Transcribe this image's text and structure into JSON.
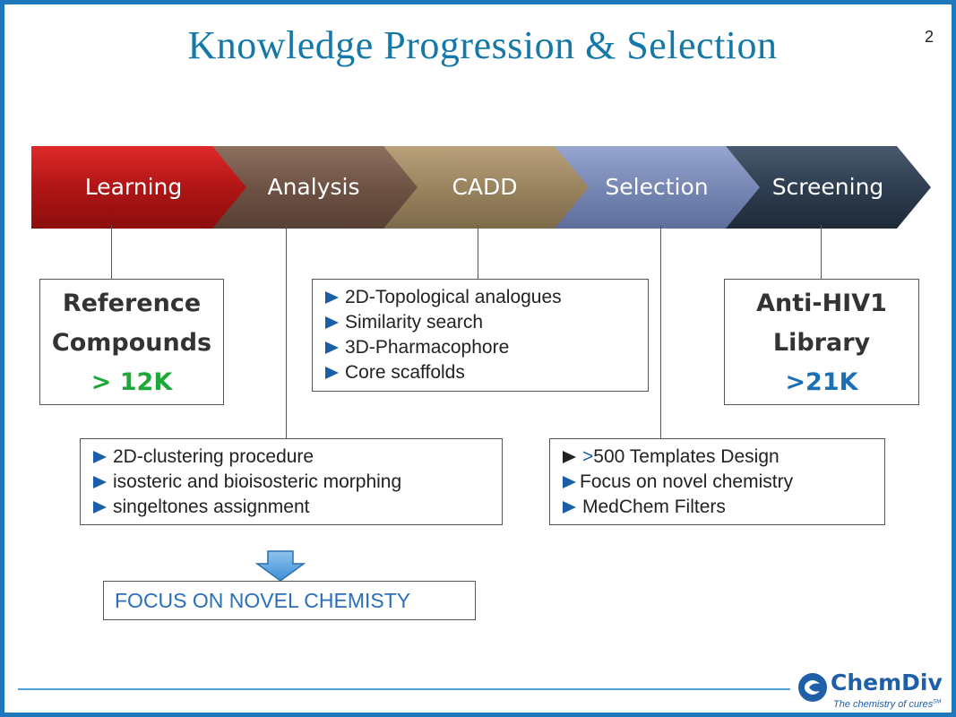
{
  "slide": {
    "title": "Knowledge Progression & Selection",
    "page_number": "2"
  },
  "stages": [
    {
      "label": "Learning",
      "color": "#a81a1a"
    },
    {
      "label": "Analysis",
      "color": "#735548"
    },
    {
      "label": "CADD",
      "color": "#9a8560"
    },
    {
      "label": "Selection",
      "color": "#7888b4"
    },
    {
      "label": "Screening",
      "color": "#2e3e50"
    }
  ],
  "reference_box": {
    "line1": "Reference",
    "line2": "Compounds",
    "count": "> 12K",
    "count_color": "#1ea83a"
  },
  "library_box": {
    "line1": "Anti-HIV1",
    "line2": "Library",
    "count": ">21K",
    "count_color": "#1a6eb4"
  },
  "cadd_list": [
    "2D-Topological analogues",
    "Similarity search",
    "3D-Pharmacophore",
    "Core scaffolds"
  ],
  "analysis_list": [
    "2D-clustering procedure",
    "isosteric and bioisosteric morphing",
    "singeltones assignment"
  ],
  "selection_list": {
    "first_prefix": ">",
    "first_rest": "500 Templates Design",
    "others": [
      "Focus on novel chemistry",
      "MedChem Filters"
    ]
  },
  "focus_box": {
    "text": "FOCUS ON NOVEL CHEMISTY"
  },
  "logo": {
    "name": "ChemDiv",
    "tagline": "The chemistry of cures",
    "mark": "SM"
  },
  "colors": {
    "accent": "#1478a8",
    "border": "#1f78bc",
    "bullet": "#1a5ea8"
  }
}
